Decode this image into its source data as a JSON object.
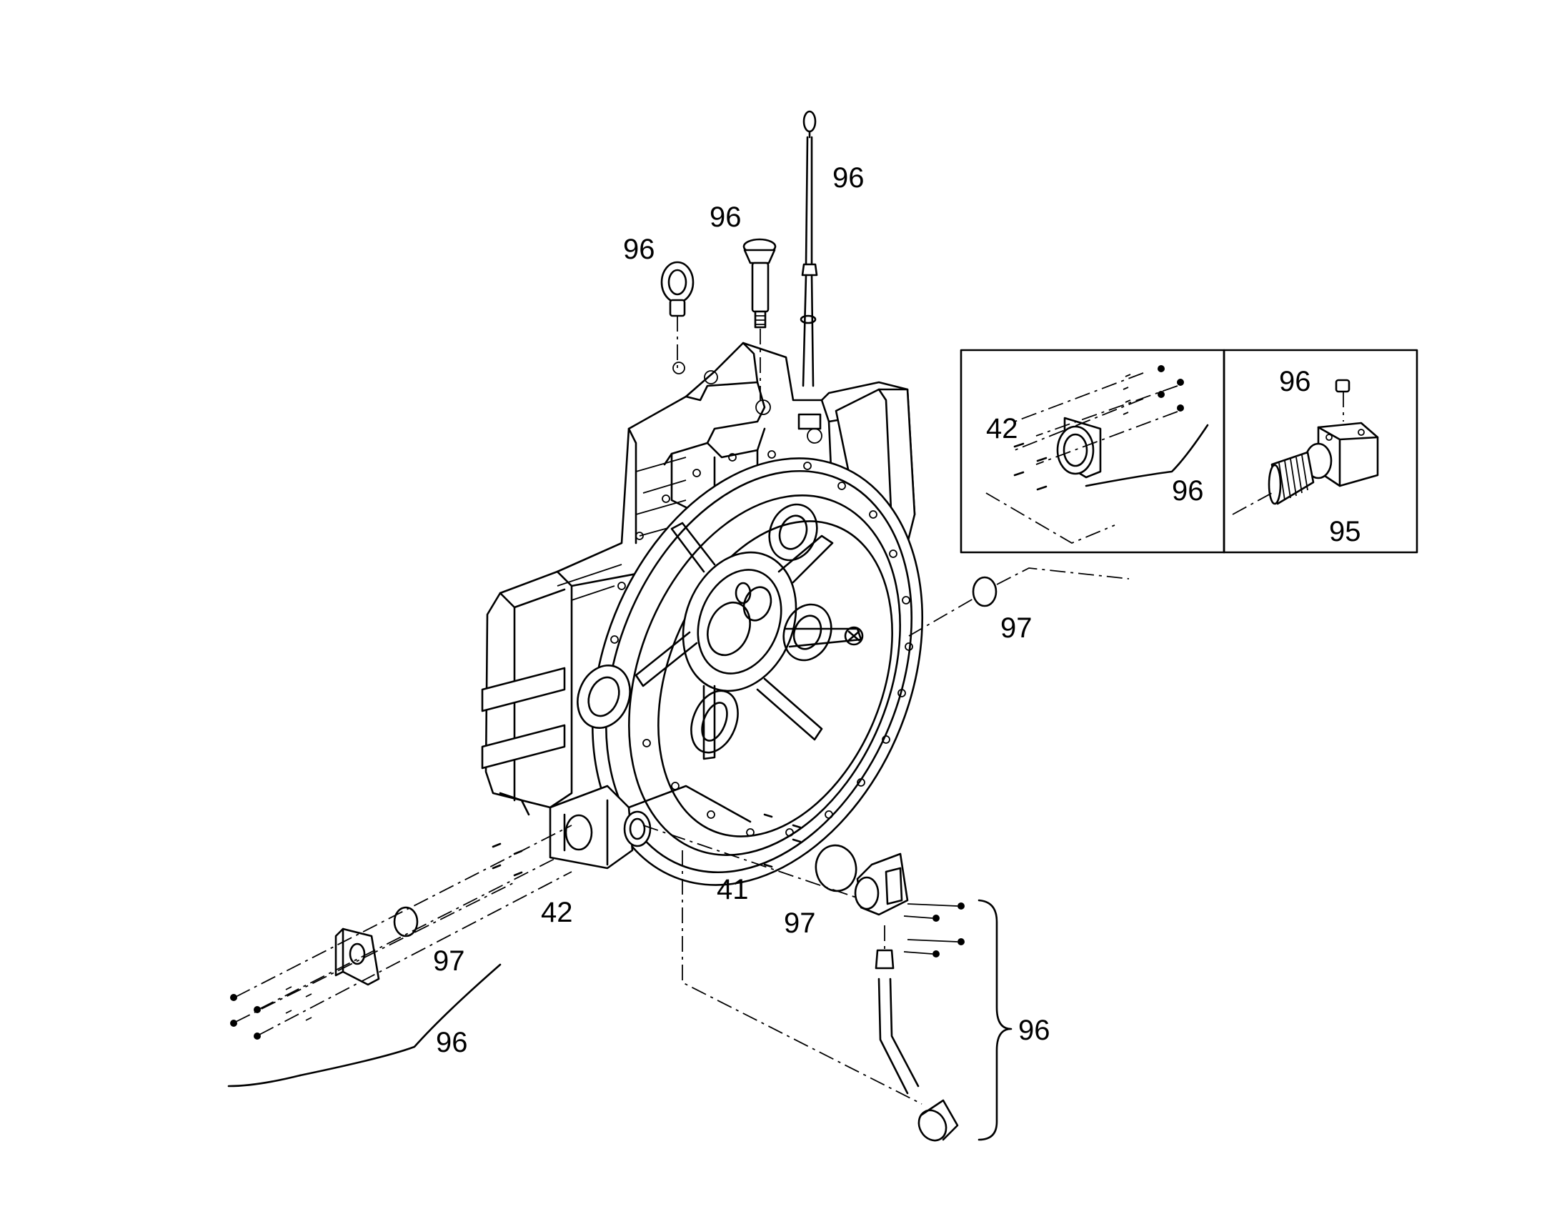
{
  "callouts": {
    "dipstick": "96",
    "breather": "96",
    "lifting_eye": "96",
    "inset_left_ref": "42",
    "inset_left_kit": "96",
    "inset_right_plug": "96",
    "inset_right_filter": "95",
    "ring_right": "97",
    "ring_left": "97",
    "ring_center": "97",
    "left_port": "42",
    "center_port": "41",
    "left_kit": "96",
    "right_kit": "96"
  },
  "colors": {
    "line": "#000000",
    "background": "#ffffff"
  }
}
